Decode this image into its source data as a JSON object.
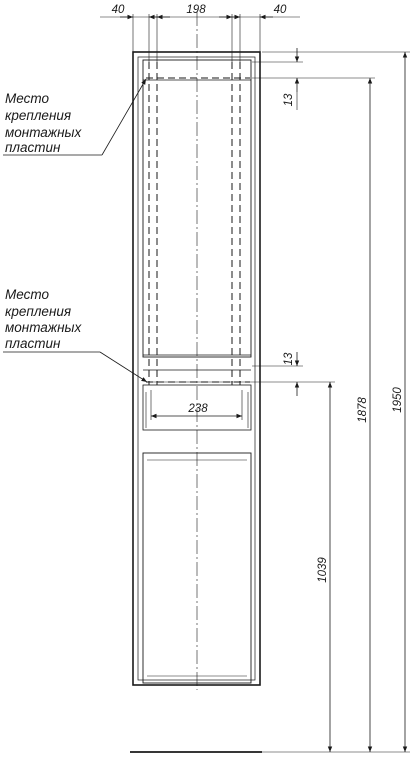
{
  "dimensions": {
    "left_margin": "40",
    "inner_width": "198",
    "right_margin": "40",
    "top_plate_offset": "13",
    "mid_plate_offset": "13",
    "shelf_width": "238",
    "mid_plate_height": "1039",
    "top_plate_height": "1878",
    "total_height": "1950"
  },
  "notes": {
    "top": {
      "line1": "Место",
      "line2": "крепления",
      "line3": "монтажных",
      "line4": "пластин"
    },
    "bottom": {
      "line1": "Место",
      "line2": "крепления",
      "line3": "монтажных",
      "line4": "пластин"
    }
  },
  "colors": {
    "line": "#1a1a1a",
    "background": "#ffffff"
  }
}
